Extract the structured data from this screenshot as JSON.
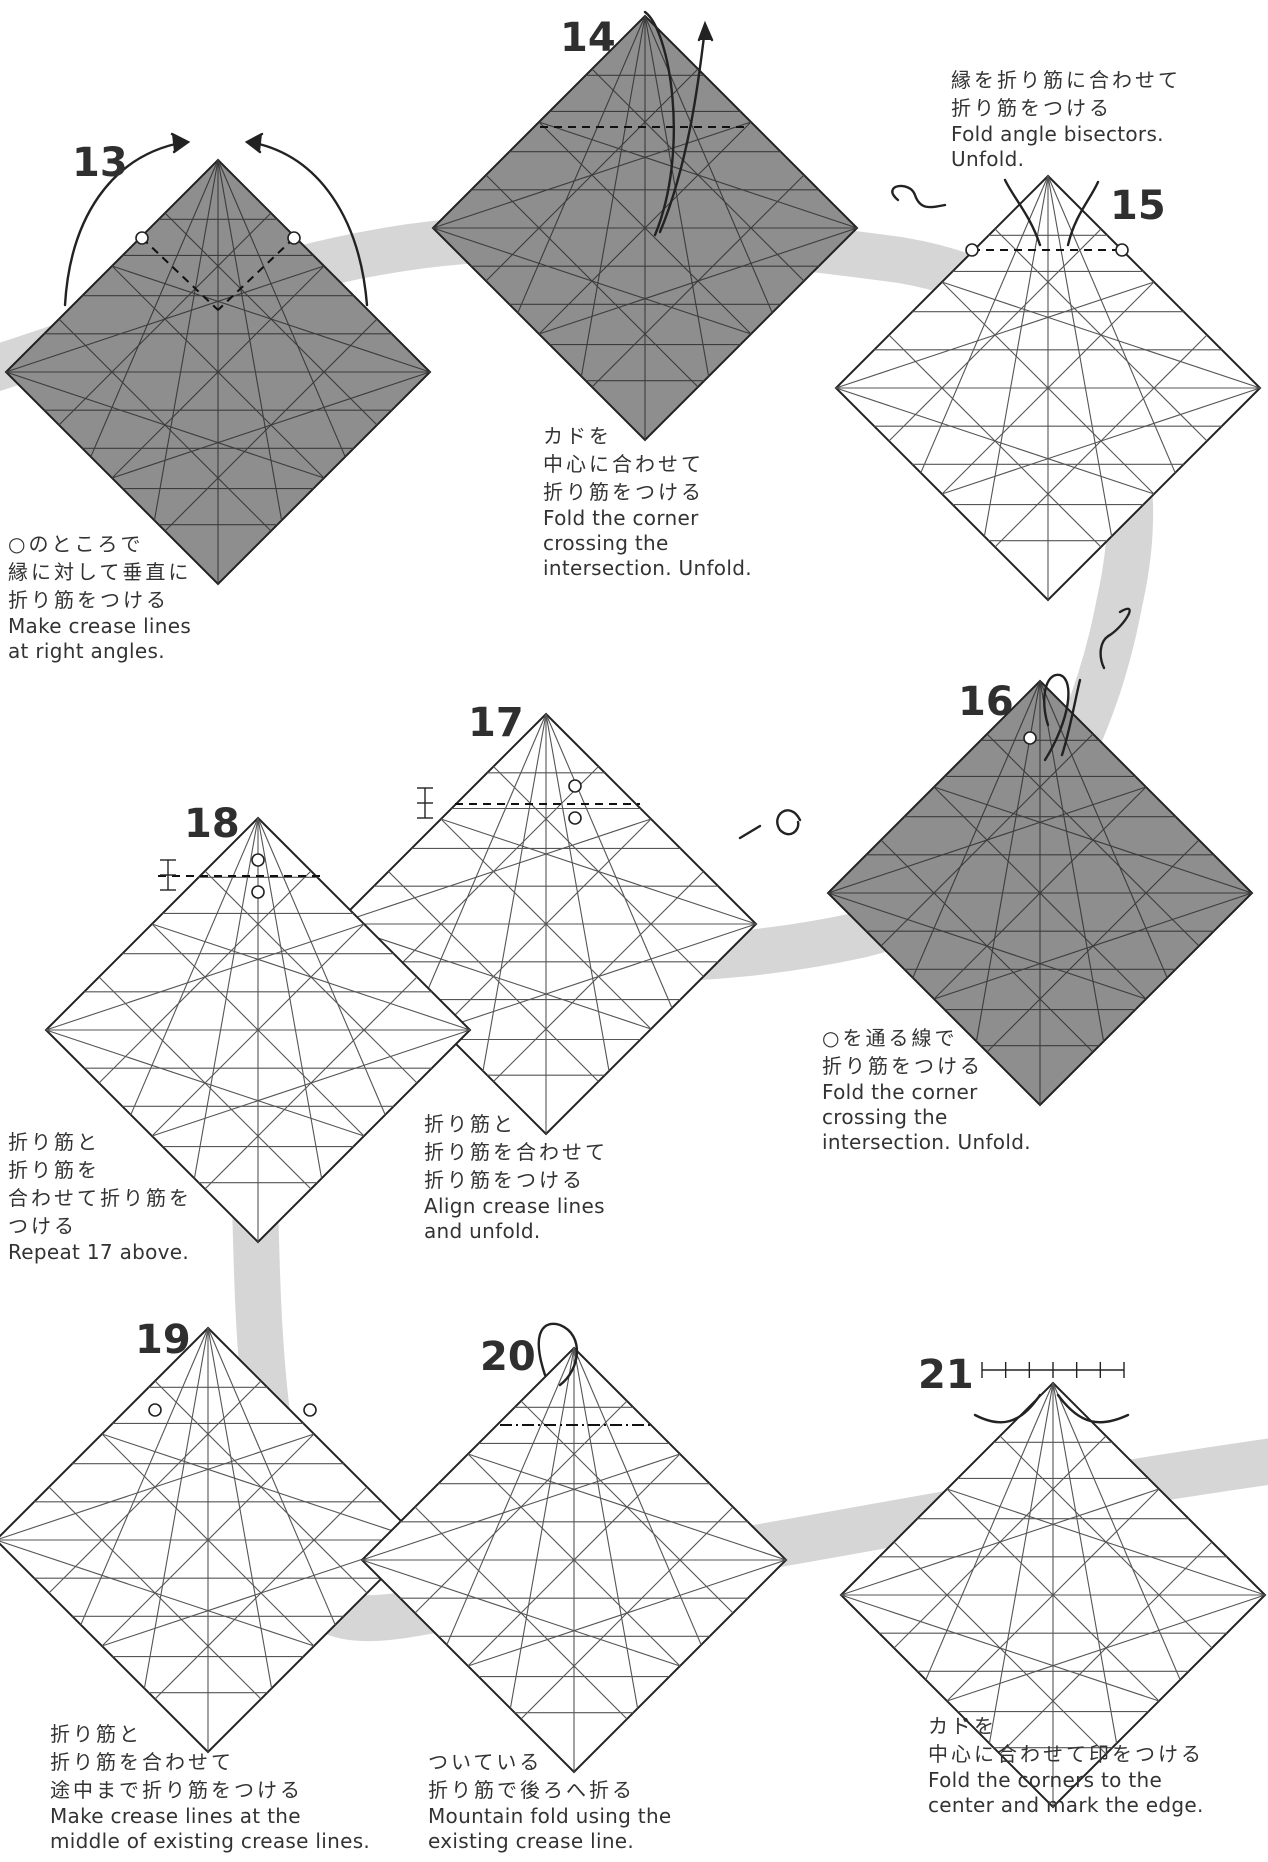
{
  "steps": [
    {
      "number": "13",
      "ja": [
        "○のところで",
        "縁に対して垂直に",
        "折り筋をつける"
      ],
      "en": [
        "Make crease lines",
        "at right angles."
      ]
    },
    {
      "number": "14",
      "ja": [
        "カドを",
        "中心に合わせて",
        "折り筋をつける"
      ],
      "en": [
        "Fold the corner",
        "crossing the",
        "intersection. Unfold."
      ]
    },
    {
      "number": "15",
      "ja": [
        "縁を折り筋に合わせて",
        "折り筋をつける"
      ],
      "en": [
        "Fold angle bisectors.",
        "Unfold."
      ]
    },
    {
      "number": "16",
      "ja": [
        "○を通る線で",
        "折り筋をつける"
      ],
      "en": [
        "Fold the corner",
        "crossing the",
        "intersection. Unfold."
      ]
    },
    {
      "number": "17",
      "ja": [
        "折り筋と",
        "折り筋を合わせて",
        "折り筋をつける"
      ],
      "en": [
        "Align crease lines",
        "and unfold."
      ]
    },
    {
      "number": "18",
      "ja": [
        "折り筋と",
        "折り筋を",
        "合わせて折り筋を",
        "つける"
      ],
      "en": [
        "Repeat 17 above."
      ]
    },
    {
      "number": "19",
      "ja": [
        "折り筋と",
        "折り筋を合わせて",
        "途中まで折り筋をつける"
      ],
      "en": [
        "Make crease lines at the",
        "middle of existing crease lines."
      ]
    },
    {
      "number": "20",
      "ja": [
        "ついている",
        "折り筋で後ろへ折る"
      ],
      "en": [
        "Mountain fold using the",
        "existing crease line."
      ]
    },
    {
      "number": "21",
      "ja": [
        "カドを",
        "中心に合わせて印をつける"
      ],
      "en": [
        "Fold the corners to the",
        "center and mark the edge."
      ]
    }
  ],
  "colors": {
    "paper_colored": "#8e8e8e",
    "paper_white": "#ffffff",
    "flow_band": "#d6d6d6",
    "crease": "#3a3a3a",
    "text": "#333333"
  }
}
